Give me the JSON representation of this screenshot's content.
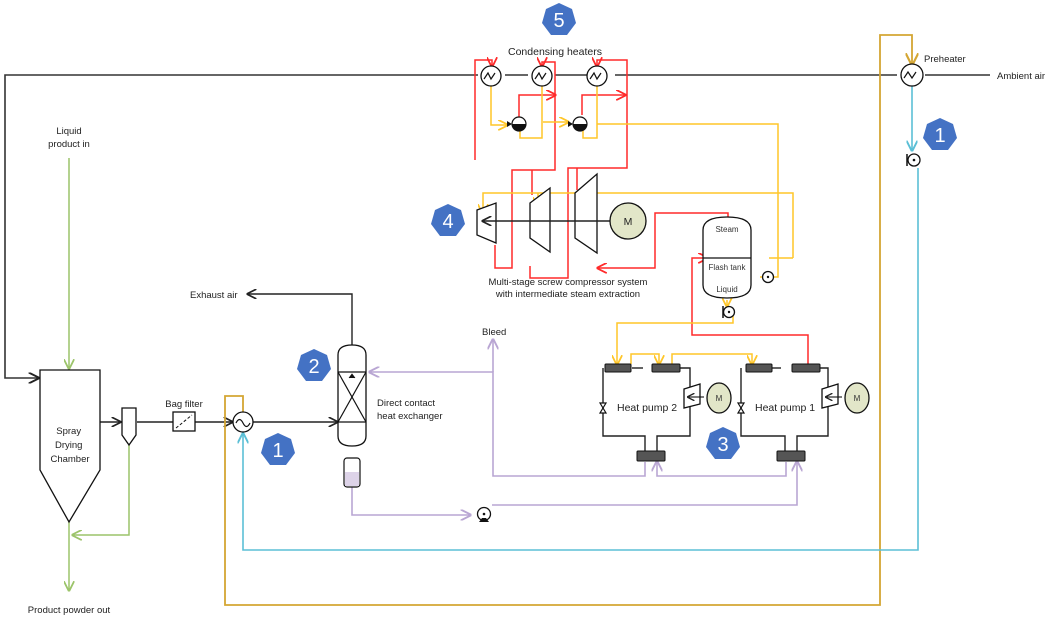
{
  "title": "Spray drying process with heat recovery, heat pumps and steam compression",
  "colors": {
    "air": "#333333",
    "steam": "#ff2a2a",
    "condensate": "#ffc629",
    "hot_water": "#d4a633",
    "cold_water": "#5bbfd6",
    "circulating_water": "#b9a6d3",
    "product": "#9cc46a",
    "badge": "#4472c4"
  },
  "labels": {
    "liquid_product_in": [
      "Liquid",
      "product in"
    ],
    "spray_drying_chamber": [
      "Spray",
      "Drying",
      "Chamber"
    ],
    "bag_filter": "Bag filter",
    "product_powder_out": "Product powder out",
    "exhaust_air": "Exhaust air",
    "direct_contact_hx": [
      "Direct contact",
      "heat exchanger"
    ],
    "bleed": "Bleed",
    "condensing_heaters": "Condensing heaters",
    "compressor_system": [
      "Multi-stage screw compressor system",
      "with intermediate steam extraction"
    ],
    "motor": "M",
    "flash_tank": "Flash tank",
    "steam": "Steam",
    "liquid": "Liquid",
    "heat_pump_2": "Heat pump 2",
    "heat_pump_1": "Heat pump 1",
    "preheater": "Preheater",
    "ambient_air": "Ambient air"
  },
  "badges": [
    {
      "id": "badge-1-preheater",
      "number": "1"
    },
    {
      "id": "badge-1-exhaust-hx",
      "number": "1"
    },
    {
      "id": "badge-2",
      "number": "2"
    },
    {
      "id": "badge-3",
      "number": "3"
    },
    {
      "id": "badge-4",
      "number": "4"
    },
    {
      "id": "badge-5",
      "number": "5"
    }
  ]
}
